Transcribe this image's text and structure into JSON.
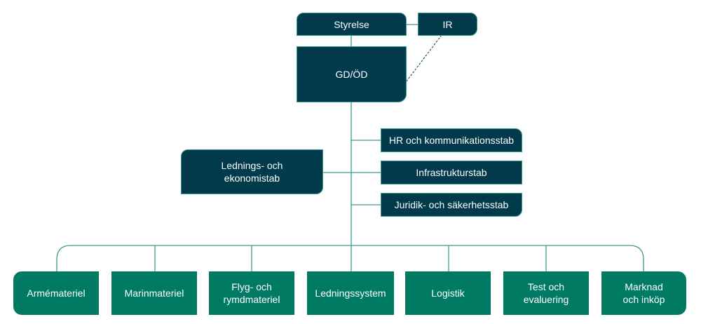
{
  "org": {
    "board": "Styrelse",
    "ir": "IR",
    "gd": "GD/ÖD",
    "ledning": "Lednings- och\nekonomistab",
    "staffs": [
      "HR och kommunikationsstab",
      "Infrastrukturstab",
      "Juridik- och säkerhetsstab"
    ],
    "divisions": [
      "Armématerie l",
      "Marinmateriel",
      "Flyg- och\nrymdmateriel",
      "Ledningssystem",
      "Logistik",
      "Test och\nevaluering",
      "Marknad\noch inköp"
    ]
  },
  "colors": {
    "dark_box": "#003a4b",
    "green_box": "#007a63",
    "line": "#3d9a8e",
    "text": "#ffffff"
  }
}
